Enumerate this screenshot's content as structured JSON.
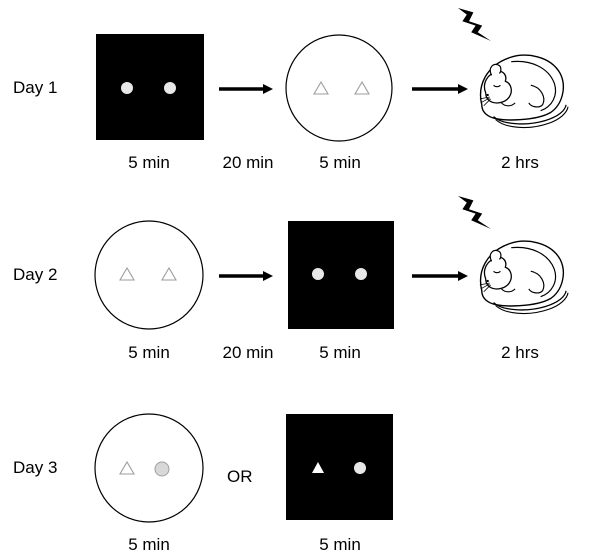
{
  "days": [
    {
      "label": "Day 1",
      "times": {
        "first": "5 min",
        "interval": "20 min",
        "second": "5 min",
        "sleep": "2 hrs"
      }
    },
    {
      "label": "Day 2",
      "times": {
        "first": "5 min",
        "interval": "20 min",
        "second": "5 min",
        "sleep": "2 hrs"
      }
    },
    {
      "label": "Day 3",
      "connector": "OR",
      "times": {
        "first": "5 min",
        "second": "5 min"
      }
    }
  ],
  "colors": {
    "dark_arena": "#000000",
    "light_arena": "#ffffff",
    "object_outline": "#9e9e9e",
    "novel_object_fill": "#d8d8d8"
  }
}
